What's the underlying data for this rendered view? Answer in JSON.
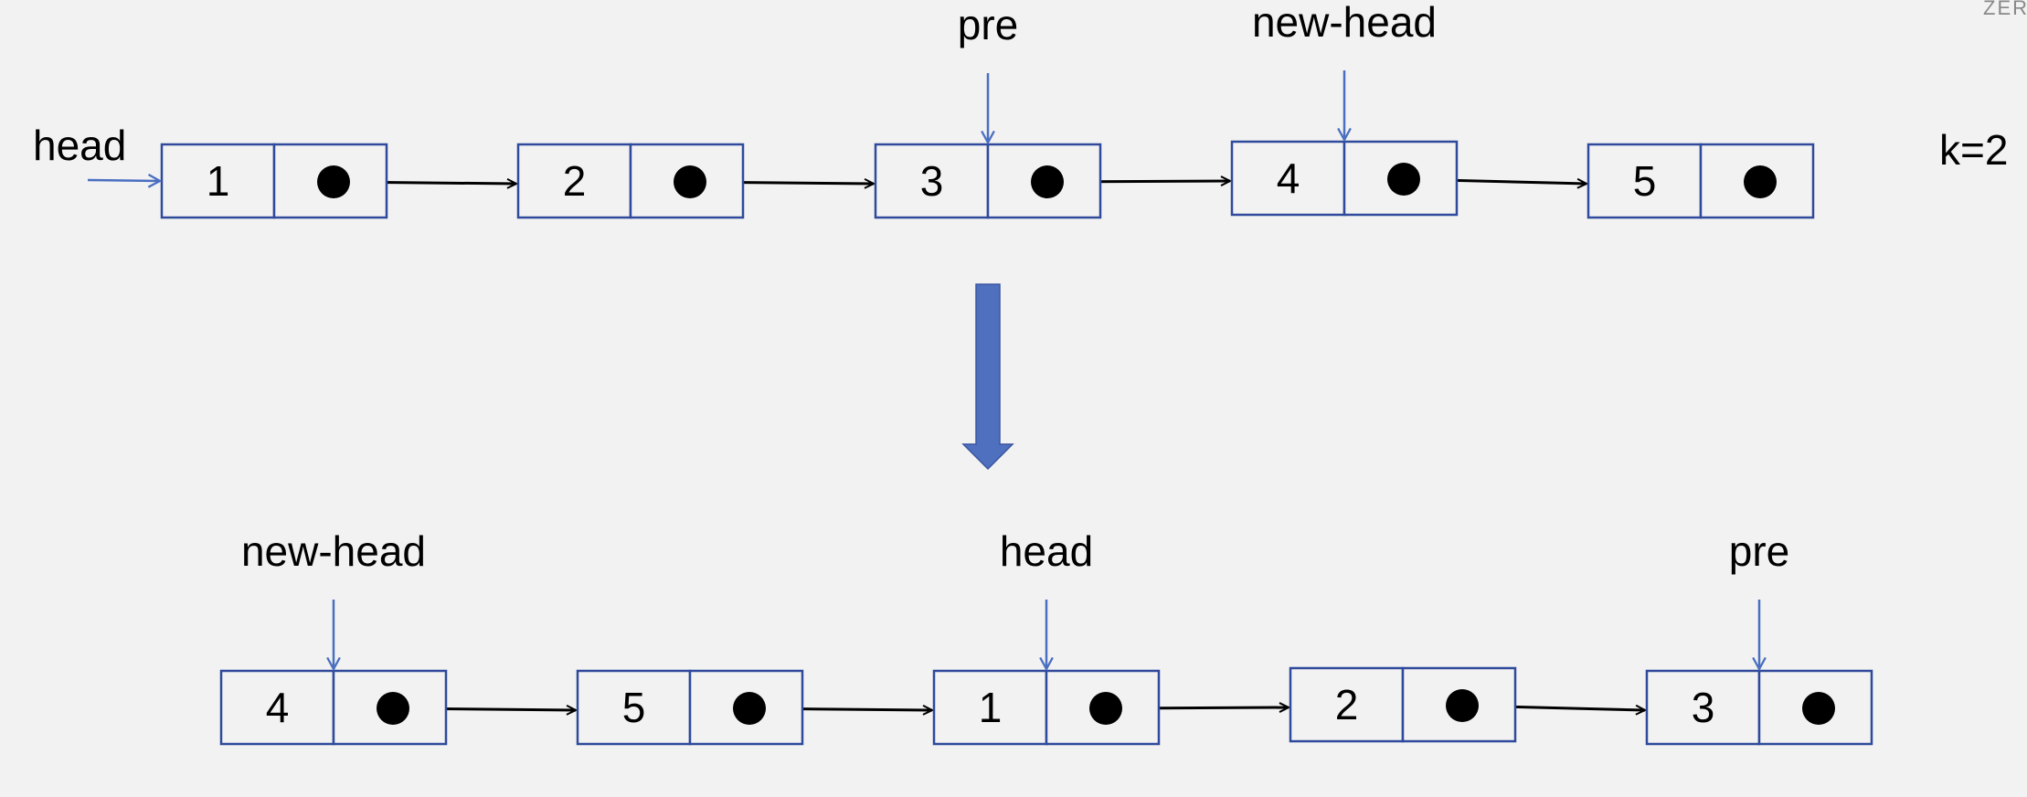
{
  "watermark": "ZER",
  "k_label": "k=2",
  "before": {
    "nodes": [
      "1",
      "2",
      "3",
      "4",
      "5"
    ],
    "pointers": [
      {
        "label": "head",
        "node": 0
      },
      {
        "label": "pre",
        "node": 2
      },
      {
        "label": "new-head",
        "node": 3
      }
    ]
  },
  "after": {
    "nodes": [
      "4",
      "5",
      "1",
      "2",
      "3"
    ],
    "pointers": [
      {
        "label": "new-head",
        "node": 0
      },
      {
        "label": "head",
        "node": 2
      },
      {
        "label": "pre",
        "node": 4
      }
    ]
  },
  "colors": {
    "pointer": "#4a6fc0",
    "box": "#2f4a9c",
    "transition_arrow": "#4f6fbf",
    "link": "#000000"
  }
}
